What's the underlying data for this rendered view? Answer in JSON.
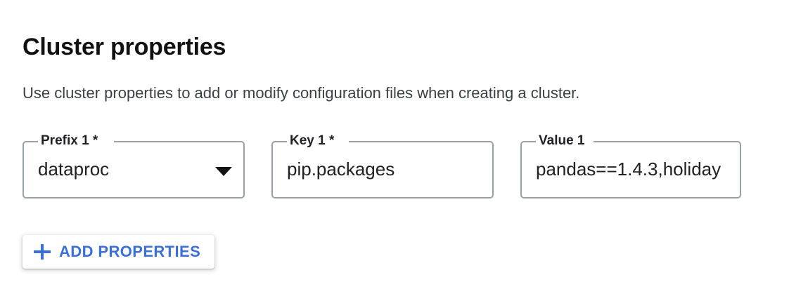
{
  "section": {
    "title": "Cluster properties",
    "description": "Use cluster properties to add or modify configuration files when creating a cluster."
  },
  "fields": [
    {
      "label": "Prefix 1 *",
      "value": "dataproc",
      "type": "select",
      "icon": "chevron-down-icon",
      "required": true
    },
    {
      "label": "Key 1 *",
      "value": "pip.packages",
      "type": "text",
      "required": true
    },
    {
      "label": "Value 1",
      "value": "pandas==1.4.3,holiday",
      "type": "text",
      "required": false
    }
  ],
  "actions": {
    "add_properties": {
      "label": "ADD PROPERTIES",
      "icon": "plus-icon"
    }
  },
  "colors": {
    "accent_blue": "#3c6fd8",
    "text_primary": "#202124",
    "text_secondary": "#3c4043",
    "field_border": "#9aa0a6",
    "background": "#ffffff"
  }
}
